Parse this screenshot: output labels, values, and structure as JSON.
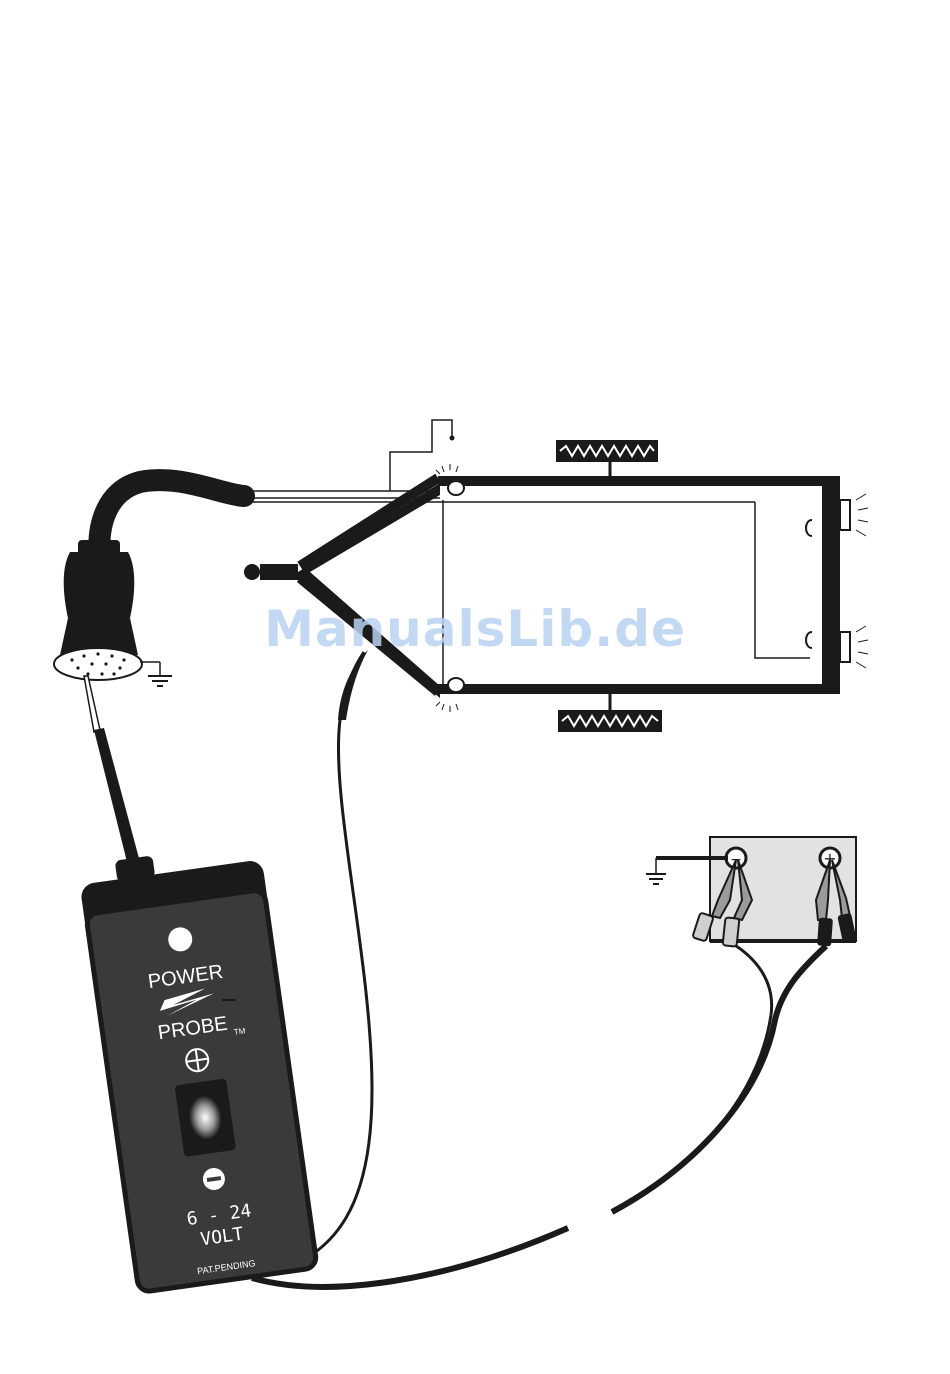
{
  "watermark": "ManualsLib.de",
  "probe": {
    "brand_line1": "POWER",
    "brand_line2": "PROBE",
    "trademark": "TM",
    "voltage_range": "6 - 24",
    "voltage_unit": "VOLT",
    "patent_notice": "PAT.PENDING"
  },
  "battery": {
    "positive_symbol": "+",
    "negative_symbol": "−"
  },
  "colors": {
    "ink": "#1a1a1a",
    "probe_body": "#3a3a3a",
    "battery_fill": "#e2e2e2",
    "watermark": "#b9d3f1"
  }
}
